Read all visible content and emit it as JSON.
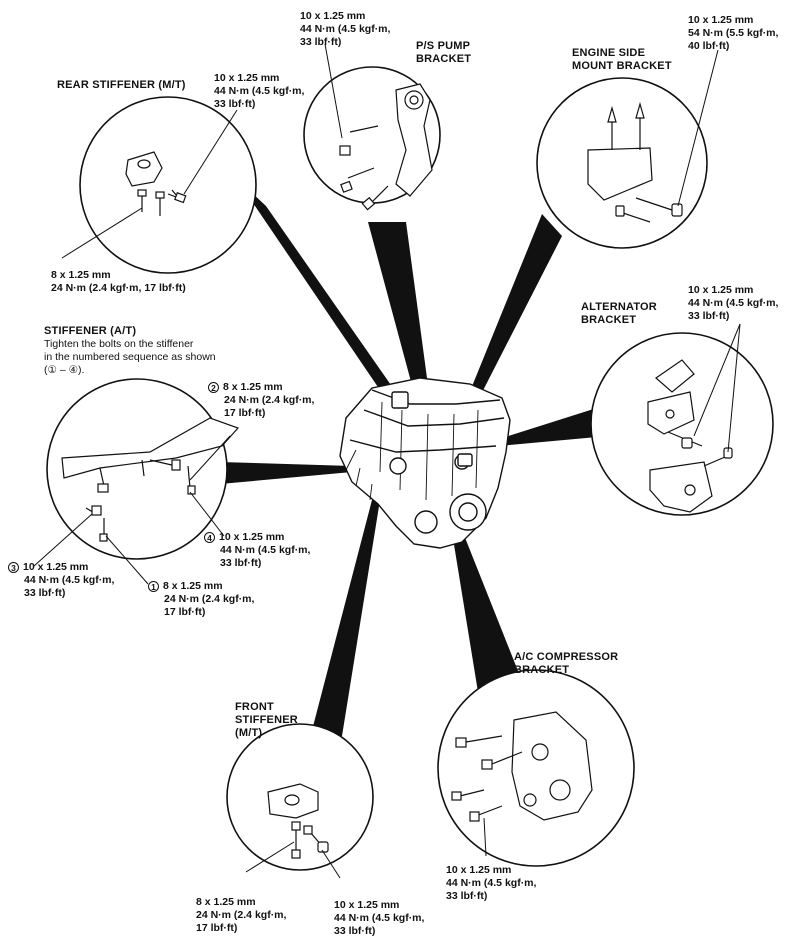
{
  "rear_stiffener": {
    "title": "REAR STIFFENER (M/T)",
    "bolt_a": [
      "10 x 1.25 mm",
      "44 N·m (4.5 kgf·m,",
      "33 lbf·ft)"
    ],
    "bolt_b": [
      "8 x 1.25 mm",
      "24 N·m (2.4 kgf·m, 17 lbf·ft)"
    ]
  },
  "ps_pump_bracket": {
    "title": [
      "P/S PUMP",
      "BRACKET"
    ],
    "bolt": [
      "10 x 1.25 mm",
      "44 N·m (4.5 kgf·m,",
      "33 lbf·ft)"
    ]
  },
  "engine_side_mount_bracket": {
    "title": [
      "ENGINE SIDE",
      "MOUNT BRACKET"
    ],
    "bolt": [
      "10 x 1.25 mm",
      "54 N·m (5.5 kgf·m,",
      "40 lbf·ft)"
    ]
  },
  "alternator_bracket": {
    "title": [
      "ALTERNATOR",
      "BRACKET"
    ],
    "bolt": [
      "10 x 1.25 mm",
      "44 N·m (4.5 kgf·m,",
      "33 lbf·ft)"
    ]
  },
  "stiffener_at": {
    "title": "STIFFENER (A/T)",
    "note": [
      "Tighten the bolts on the stiffener",
      "in the numbered sequence as shown",
      "(① – ④)."
    ],
    "bolt_1": {
      "num": "1",
      "lines": [
        "8 x 1.25 mm",
        "24 N·m (2.4 kgf·m,",
        "17 lbf·ft)"
      ]
    },
    "bolt_2": {
      "num": "2",
      "lines": [
        "8 x 1.25 mm",
        "24 N·m (2.4 kgf·m,",
        "17 lbf·ft)"
      ]
    },
    "bolt_3": {
      "num": "3",
      "lines": [
        "10 x 1.25 mm",
        "44 N·m (4.5 kgf·m,",
        "33 lbf·ft)"
      ]
    },
    "bolt_4": {
      "num": "4",
      "lines": [
        "10 x 1.25 mm",
        "44 N·m (4.5 kgf·m,",
        "33 lbf·ft)"
      ]
    }
  },
  "ac_compressor_bracket": {
    "title": [
      "A/C COMPRESSOR",
      "BRACKET"
    ],
    "bolt": [
      "10 x 1.25 mm",
      "44 N·m (4.5 kgf·m,",
      "33 lbf·ft)"
    ]
  },
  "front_stiffener": {
    "title": [
      "FRONT",
      "STIFFENER",
      "(M/T)"
    ],
    "bolt_a": [
      "8 x 1.25 mm",
      "24 N·m (2.4 kgf·m,",
      "17 lbf·ft)"
    ],
    "bolt_b": [
      "10 x 1.25 mm",
      "44 N·m (4.5 kgf·m,",
      "33 lbf·ft)"
    ]
  }
}
